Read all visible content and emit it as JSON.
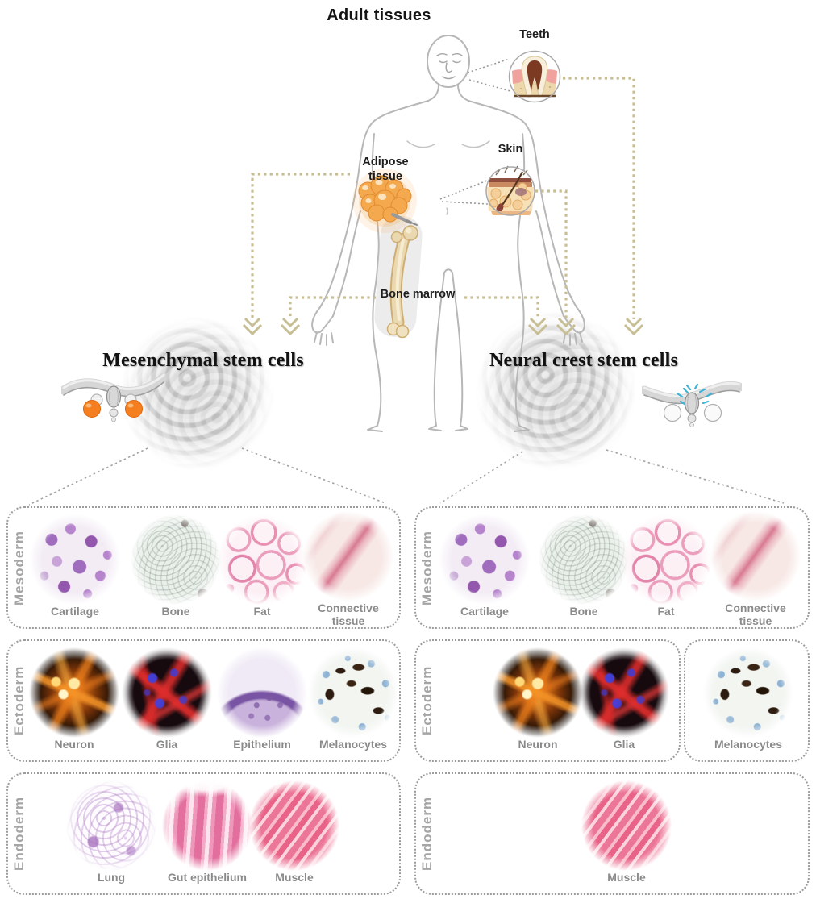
{
  "title": "Adult tissues",
  "sources": {
    "teeth": "Teeth",
    "skin": "Skin",
    "adipose": "Adipose tissue",
    "bone_marrow": "Bone marrow"
  },
  "stem_cells": {
    "mesenchymal": "Mesenchymal stem cells",
    "neural_crest": "Neural crest stem cells"
  },
  "panels": {
    "msc_mesoderm": {
      "layer": "Mesoderm",
      "items": [
        "Cartilage",
        "Bone",
        "Fat",
        "Connective tissue"
      ]
    },
    "msc_ectoderm": {
      "layer": "Ectoderm",
      "items": [
        "Neuron",
        "Glia",
        "Epithelium",
        "Melanocytes"
      ]
    },
    "msc_endoderm": {
      "layer": "Endoderm",
      "items": [
        "Lung",
        "Gut epithelium",
        "Muscle"
      ]
    },
    "ncsc_mesoderm": {
      "layer": "Mesoderm",
      "items": [
        "Cartilage",
        "Bone",
        "Fat",
        "Connective tissue"
      ]
    },
    "ncsc_ectoderm": {
      "layer": "Ectoderm",
      "items": [
        "Neuron",
        "Glia"
      ],
      "items_separate": [
        "Melanocytes"
      ]
    },
    "ncsc_endoderm": {
      "layer": "Endoderm",
      "items": [
        "Muscle"
      ]
    }
  },
  "colors": {
    "arrow_tan": "#c7be94",
    "dotted_gray": "#9b9b9b",
    "panel_border": "#9c9c9c",
    "layer_label": "#a5a5a5",
    "tissue_label": "#8a8a8a",
    "body_outline": "#b7b7b7",
    "msc_icon_cells": "#f57f1f",
    "ncsc_icon_dots": "#3fb3d6"
  }
}
